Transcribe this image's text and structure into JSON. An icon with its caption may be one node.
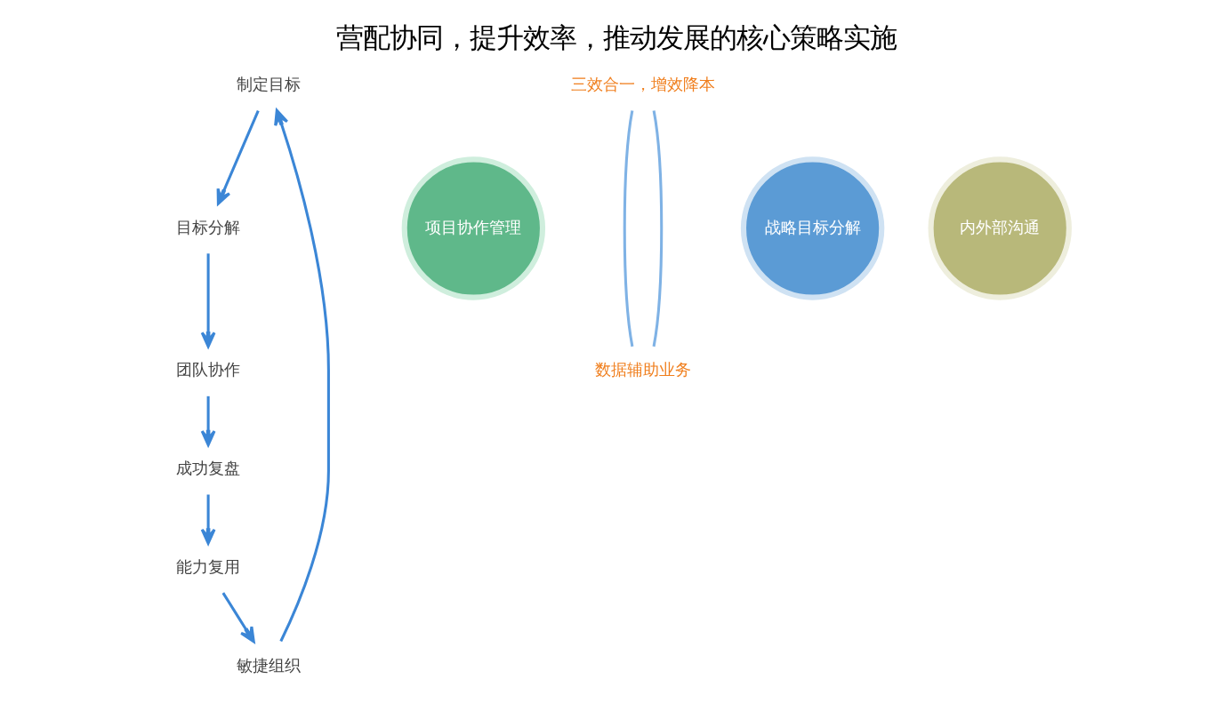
{
  "diagram": {
    "title": "营配协同，提升效率，推动发展的核心策略实施",
    "nodes": [
      {
        "text": [
          "制定目标"
        ]
      },
      {
        "text": [
          "敏捷组织"
        ]
      },
      {
        "text": [
          "三效合一，增效降本"
        ]
      },
      {
        "text": [
          "目标分解"
        ]
      },
      {
        "text": [
          "战略目标分解"
        ]
      },
      {
        "text": [
          "项目协作管理"
        ]
      },
      {
        "text": [
          "内外部沟通"
        ]
      },
      {
        "text": [
          "能力复用"
        ]
      },
      {
        "text": [
          "团队协作"
        ]
      },
      {
        "text": [
          "数据辅助业务"
        ]
      },
      {
        "text": [
          "成功复盘"
        ]
      }
    ],
    "edges": [
      {
        "from": 1,
        "to": 0,
        "arrow": "to"
      },
      {
        "from": 0,
        "to": 3,
        "arrow": "to"
      },
      {
        "from": 3,
        "to": 8,
        "arrow": "to"
      },
      {
        "from": 8,
        "to": 10,
        "arrow": "to"
      },
      {
        "from": 10,
        "to": 7,
        "arrow": "to"
      },
      {
        "from": 7,
        "to": 1,
        "arrow": "to"
      },
      {
        "from": 2,
        "to": 9,
        "arrow": "none",
        "color": "#7fb2e5"
      },
      {
        "from": 2,
        "to": 9,
        "arrow": "none",
        "color": "#7fb2e5"
      }
    ]
  }
}
